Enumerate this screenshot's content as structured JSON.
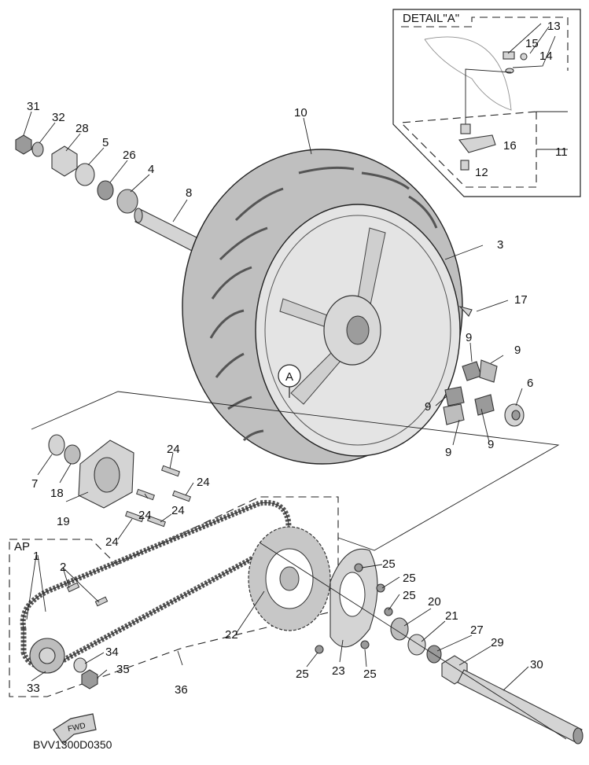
{
  "diagram": {
    "code": "BVV1300D0350",
    "detail_title": "DETAIL\"A\"",
    "detail_marker": "A",
    "assembly_label": "AP",
    "fwd_label": "FWD"
  },
  "callouts": [
    {
      "id": "c1",
      "text": "1"
    },
    {
      "id": "c2",
      "text": "2"
    },
    {
      "id": "c3",
      "text": "3"
    },
    {
      "id": "c4",
      "text": "4"
    },
    {
      "id": "c5",
      "text": "5"
    },
    {
      "id": "c6",
      "text": "6"
    },
    {
      "id": "c7",
      "text": "7"
    },
    {
      "id": "c8",
      "text": "8"
    },
    {
      "id": "c9a",
      "text": "9"
    },
    {
      "id": "c9b",
      "text": "9"
    },
    {
      "id": "c9c",
      "text": "9"
    },
    {
      "id": "c9d",
      "text": "9"
    },
    {
      "id": "c9e",
      "text": "9"
    },
    {
      "id": "c10",
      "text": "10"
    },
    {
      "id": "c11",
      "text": "11"
    },
    {
      "id": "c12",
      "text": "12"
    },
    {
      "id": "c13",
      "text": "13"
    },
    {
      "id": "c14",
      "text": "14"
    },
    {
      "id": "c15",
      "text": "15"
    },
    {
      "id": "c16",
      "text": "16"
    },
    {
      "id": "c17",
      "text": "17"
    },
    {
      "id": "c18",
      "text": "18"
    },
    {
      "id": "c19",
      "text": "19"
    },
    {
      "id": "c20",
      "text": "20"
    },
    {
      "id": "c21",
      "text": "21"
    },
    {
      "id": "c22",
      "text": "22"
    },
    {
      "id": "c23",
      "text": "23"
    },
    {
      "id": "c24a",
      "text": "24"
    },
    {
      "id": "c24b",
      "text": "24"
    },
    {
      "id": "c24c",
      "text": "24"
    },
    {
      "id": "c24d",
      "text": "24"
    },
    {
      "id": "c24e",
      "text": "24"
    },
    {
      "id": "c25a",
      "text": "25"
    },
    {
      "id": "c25b",
      "text": "25"
    },
    {
      "id": "c25c",
      "text": "25"
    },
    {
      "id": "c25d",
      "text": "25"
    },
    {
      "id": "c25e",
      "text": "25"
    },
    {
      "id": "c26",
      "text": "26"
    },
    {
      "id": "c27",
      "text": "27"
    },
    {
      "id": "c28",
      "text": "28"
    },
    {
      "id": "c29",
      "text": "29"
    },
    {
      "id": "c30",
      "text": "30"
    },
    {
      "id": "c31",
      "text": "31"
    },
    {
      "id": "c32",
      "text": "32"
    },
    {
      "id": "c33",
      "text": "33"
    },
    {
      "id": "c34",
      "text": "34"
    },
    {
      "id": "c35",
      "text": "35"
    },
    {
      "id": "c36",
      "text": "36"
    }
  ]
}
